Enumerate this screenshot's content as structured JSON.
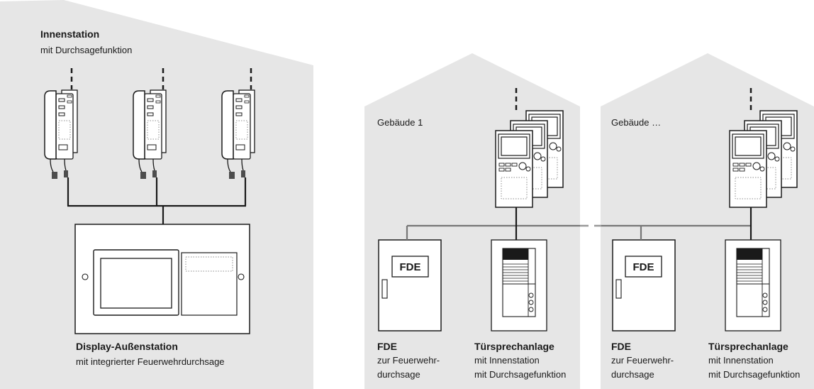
{
  "left_building": {
    "title": "Innenstation",
    "subtitle": "mit Durchsagefunktion",
    "outdoor_title": "Display-Außenstation",
    "outdoor_subtitle": "mit integrierter Feuerwehrdurchsage"
  },
  "buildings": [
    {
      "label": "Gebäude 1",
      "fde_box": "FDE",
      "fde_title": "FDE",
      "fde_line1": "zur Feuerwehr-",
      "fde_line2": "durchsage",
      "door_title": "Türsprechanlage",
      "door_line1": "mit Innenstation",
      "door_line2": "mit Durchsagefunktion"
    },
    {
      "label": "Gebäude …",
      "fde_box": "FDE",
      "fde_title": "FDE",
      "fde_line1": "zur Feuerwehr-",
      "fde_line2": "durchsage",
      "door_title": "Türsprechanlage",
      "door_line1": "mit Innenstation",
      "door_line2": "mit Durchsagefunktion"
    }
  ],
  "colors": {
    "building_fill": "#e6e6e6",
    "device_fill": "#ffffff",
    "stroke": "#1a1a1a",
    "line": "#222222",
    "dashed_line": "#999999"
  }
}
